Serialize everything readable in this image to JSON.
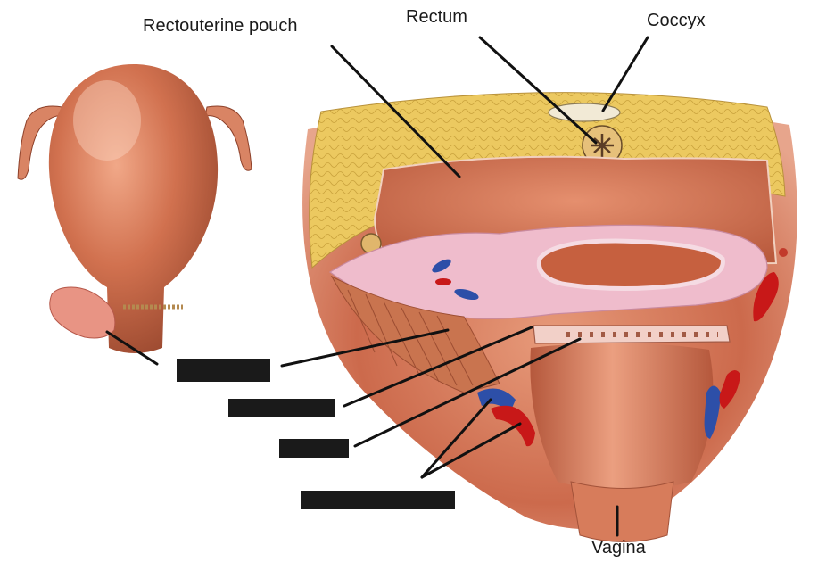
{
  "labels": {
    "rectouterine_pouch": "Rectouterine pouch",
    "rectum": "Rectum",
    "coccyx": "Coccyx",
    "vagina": "Vagina"
  },
  "redacted_label_count": 4,
  "colors": {
    "tissue": "#c8674a",
    "fat": "#e9c75c",
    "peritoneum": "#edb7c8",
    "artery": "#c81818",
    "vein": "#2d4fa8",
    "leader_line": "#111111",
    "redaction": "#1a1a1a"
  }
}
